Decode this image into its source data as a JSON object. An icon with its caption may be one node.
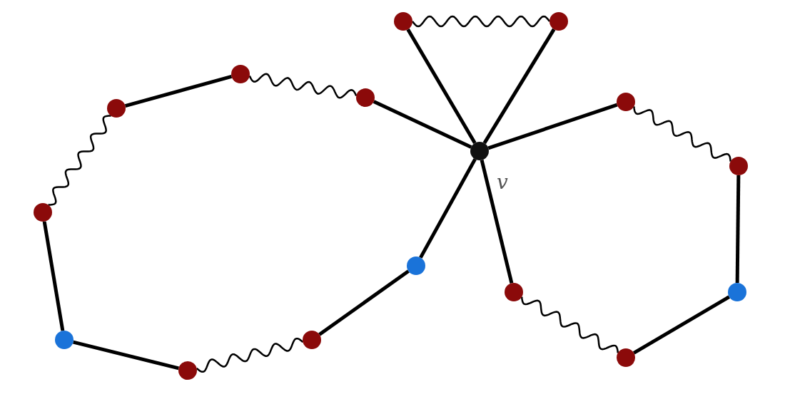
{
  "diagram": {
    "nodes": [
      {
        "text": [],
        "shape": "circle",
        "beside": [
          "v"
        ]
      },
      {
        "text": [],
        "shape": "circle"
      },
      {
        "text": [],
        "shape": "circle"
      },
      {
        "text": [],
        "shape": "circle"
      },
      {
        "text": [],
        "shape": "circle"
      },
      {
        "text": [],
        "shape": "circle"
      },
      {
        "text": [],
        "shape": "circle"
      },
      {
        "text": [],
        "shape": "circle"
      },
      {
        "text": [],
        "shape": "circle"
      },
      {
        "text": [],
        "shape": "circle"
      },
      {
        "text": [],
        "shape": "circle"
      },
      {
        "text": [],
        "shape": "circle"
      },
      {
        "text": [],
        "shape": "circle"
      },
      {
        "text": [],
        "shape": "circle"
      },
      {
        "text": [],
        "shape": "circle"
      },
      {
        "text": [],
        "shape": "circle"
      }
    ],
    "edges": [
      {
        "from": 0,
        "to": 1,
        "arrow": "none"
      },
      {
        "from": 0,
        "to": 2,
        "arrow": "none"
      },
      {
        "from": 1,
        "to": 2,
        "arrow": "none"
      },
      {
        "from": 0,
        "to": 3,
        "arrow": "none"
      },
      {
        "from": 3,
        "to": 4,
        "arrow": "none"
      },
      {
        "from": 4,
        "to": 5,
        "arrow": "none"
      },
      {
        "from": 5,
        "to": 6,
        "arrow": "none"
      },
      {
        "from": 6,
        "to": 7,
        "arrow": "none"
      },
      {
        "from": 7,
        "to": 8,
        "arrow": "none"
      },
      {
        "from": 8,
        "to": 9,
        "arrow": "none"
      },
      {
        "from": 9,
        "to": 10,
        "arrow": "none"
      },
      {
        "from": 10,
        "to": 0,
        "arrow": "none"
      },
      {
        "from": 0,
        "to": 11,
        "arrow": "none"
      },
      {
        "from": 11,
        "to": 12,
        "arrow": "none"
      },
      {
        "from": 12,
        "to": 13,
        "arrow": "none"
      },
      {
        "from": 13,
        "to": 14,
        "arrow": "none"
      },
      {
        "from": 14,
        "to": 15,
        "arrow": "none"
      },
      {
        "from": 15,
        "to": 0,
        "arrow": "none"
      }
    ]
  }
}
